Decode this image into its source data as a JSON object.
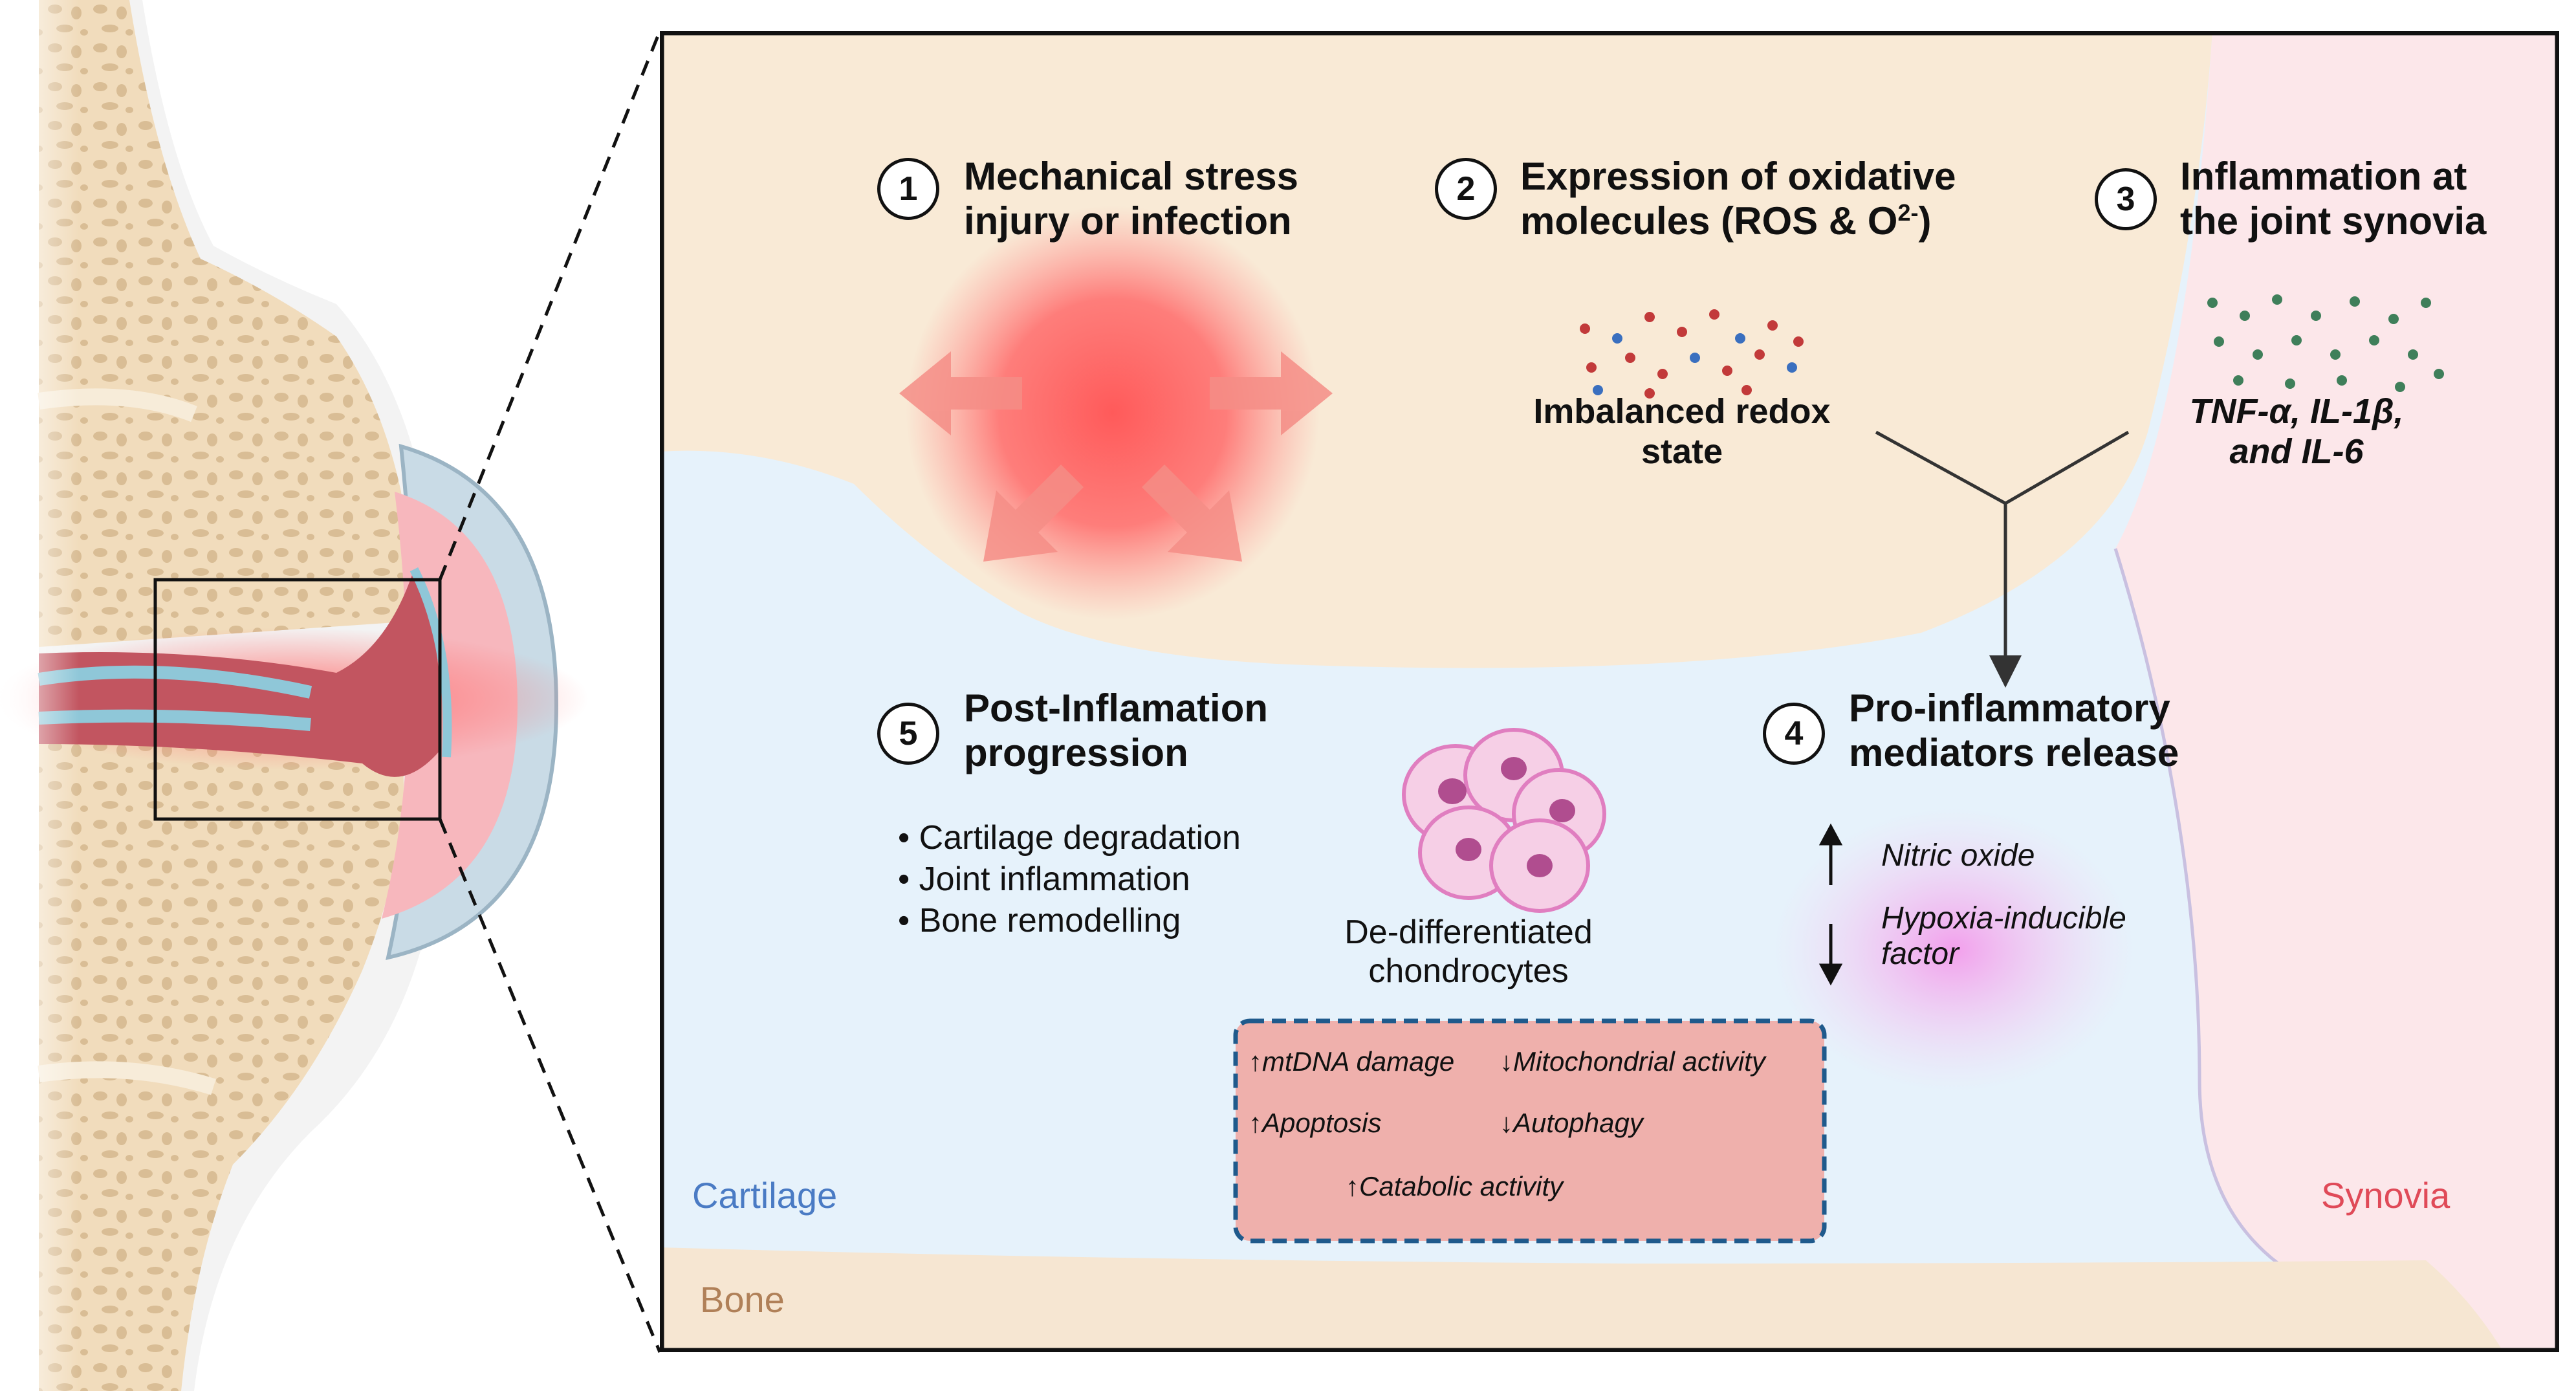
{
  "steps": [
    {
      "number": "1",
      "title": "Mechanical stress\ninjury or infection"
    },
    {
      "number": "2",
      "title": "Expression of oxidative\nmolecules (ROS & O"
    },
    {
      "number": "3",
      "title": "Inflammation at\nthe joint synovia"
    },
    {
      "number": "4",
      "title": "Pro-inflammatory\nmediators release"
    },
    {
      "number": "5",
      "title": "Post-Inflamation\nprogression"
    }
  ],
  "step2_superscript": "2-",
  "step2_suffix": ")",
  "redox_label": "Imbalanced redox\nstate",
  "cytokines_label": "TNF-α, IL-1β,\nand IL-6",
  "mediators": [
    {
      "direction": "up",
      "label": "Nitric oxide"
    },
    {
      "direction": "down",
      "label": "Hypoxia-inducible\nfactor"
    }
  ],
  "progression_items": [
    "• Cartilage degradation",
    "• Joint inflammation",
    "• Bone remodelling"
  ],
  "chondrocytes_label": "De-differentiated\nchondrocytes",
  "effects": [
    {
      "direction": "up",
      "label": "mtDNA damage"
    },
    {
      "direction": "down",
      "label": "Mitochondrial activity"
    },
    {
      "direction": "up",
      "label": "Apoptosis"
    },
    {
      "direction": "down",
      "label": "Autophagy"
    },
    {
      "direction": "up",
      "label": "Catabolic activity"
    }
  ],
  "regions": {
    "cartilage": "Cartilage",
    "synovia": "Synovia",
    "bone": "Bone"
  },
  "colors": {
    "cartilage_region": "#e6f2fb",
    "upper_region": "#f9ead6",
    "synovia_region": "#fce7ea",
    "bone_region": "#f6e6d2",
    "cartilage_label": "#4a7bc4",
    "synovia_label": "#e04a58",
    "bone_label": "#b08058",
    "effects_box": "#efb0ac",
    "effects_border": "#1f5a8c"
  }
}
